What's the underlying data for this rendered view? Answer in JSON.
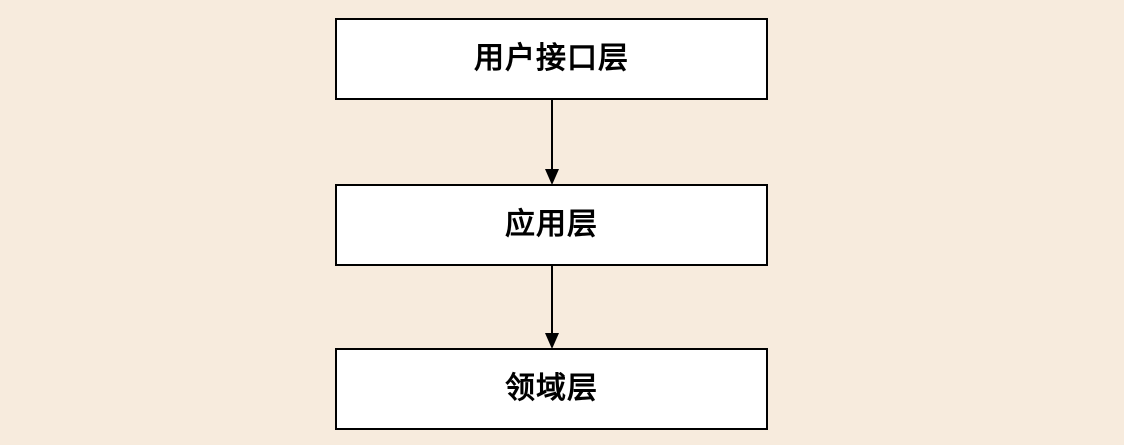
{
  "diagram": {
    "type": "layered-architecture-flow",
    "background_color": "#f7ebdd",
    "node_fill_color": "#ffffff",
    "node_border_color": "#000000",
    "text_color": "#000000",
    "nodes": [
      {
        "id": "user-interface-layer",
        "label": "用户接口层"
      },
      {
        "id": "application-layer",
        "label": "应用层"
      },
      {
        "id": "domain-layer",
        "label": "领域层"
      }
    ],
    "edges": [
      {
        "from": "user-interface-layer",
        "to": "application-layer",
        "direction": "down",
        "arrowhead": "filled-triangle"
      },
      {
        "from": "application-layer",
        "to": "domain-layer",
        "direction": "down",
        "arrowhead": "filled-triangle"
      }
    ]
  }
}
